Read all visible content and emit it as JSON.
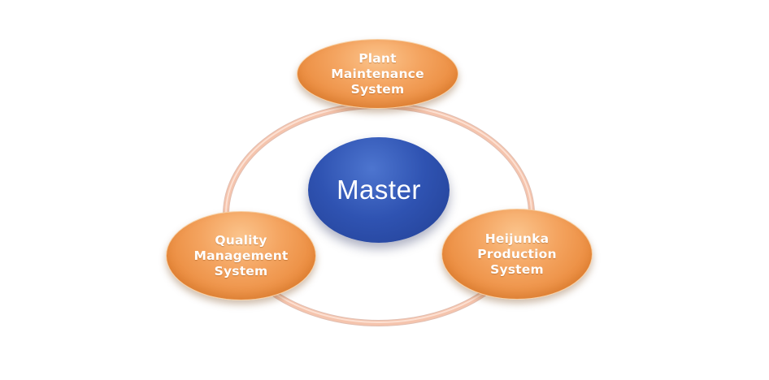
{
  "diagram": {
    "center": {
      "label": "Master",
      "color": "#2f53b2"
    },
    "nodes": {
      "top": {
        "label": "Plant\nMaintenance\nSystem"
      },
      "left": {
        "label": "Quality\nManagement\nSystem"
      },
      "right": {
        "label": "Heijunka\nProduction\nSystem"
      }
    },
    "colors": {
      "node": "#f29a4e",
      "ring": "#f5c4ad"
    }
  }
}
